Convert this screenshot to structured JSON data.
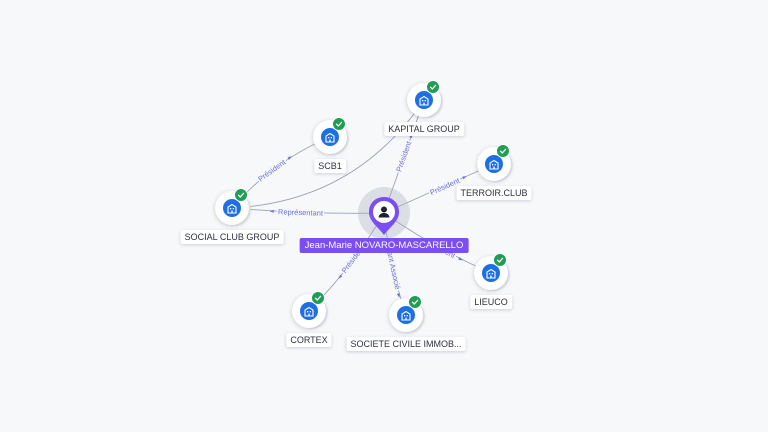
{
  "colors": {
    "edge": "#9aa1b3",
    "edge_label": "#6b6fd8",
    "company_fill": "#1d6fe4",
    "badge": "#1f9d55",
    "person_accent": "#7a4ef2"
  },
  "center": {
    "name": "Jean-Marie NOVARO-MASCARELLO",
    "icon": "person-icon"
  },
  "companies": [
    {
      "id": "kapital-group",
      "name": "KAPITAL GROUP",
      "icon": "company-icon",
      "verified": true
    },
    {
      "id": "scb1",
      "name": "SCB1",
      "icon": "company-icon",
      "verified": true
    },
    {
      "id": "terroir-club",
      "name": "TERROIR.CLUB",
      "icon": "company-icon",
      "verified": true
    },
    {
      "id": "social-club-group",
      "name": "SOCIAL CLUB GROUP",
      "icon": "company-icon",
      "verified": true
    },
    {
      "id": "lieuco",
      "name": "LIEUCO",
      "icon": "company-icon",
      "verified": true
    },
    {
      "id": "cortex",
      "name": "CORTEX",
      "icon": "company-icon",
      "verified": true
    },
    {
      "id": "societe-civile",
      "name": "SOCIETE CIVILE IMMOB...",
      "icon": "company-icon",
      "verified": true
    }
  ],
  "relations": [
    {
      "from": "center",
      "to": "kapital-group",
      "label": "Président"
    },
    {
      "from": "center",
      "to": "terroir-club",
      "label": "Président"
    },
    {
      "from": "center",
      "to": "social-club-group",
      "label": "Représentant"
    },
    {
      "from": "center",
      "to": "lieuco",
      "label": "Président"
    },
    {
      "from": "center",
      "to": "cortex",
      "label": "Président"
    },
    {
      "from": "center",
      "to": "societe-civile",
      "label": "Gérant Associé"
    },
    {
      "from": "social-club-group",
      "to": "scb1",
      "label": "Président"
    },
    {
      "from": "social-club-group",
      "to": "kapital-group",
      "label": ""
    }
  ]
}
